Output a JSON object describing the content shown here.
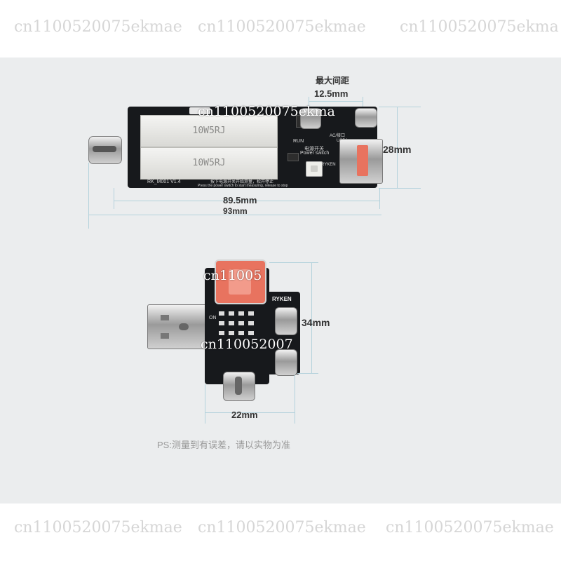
{
  "watermark": {
    "text_a": "cn1100520075ekmae",
    "text_b": "cn1100520075ekmae",
    "text_c": "cn1100520075ekma",
    "text_d": "cn1100520075ekmae",
    "text_e": "cn1100520075ekmae",
    "text_f": "cn1100520075ekmae",
    "overlay_1": "cn1100520075ekma",
    "overlay_2": "cn11005",
    "overlay_3": "cn110052007"
  },
  "board_top": {
    "gap_title": "最大间距",
    "gap_value": "12.5mm",
    "height_value": "28mm",
    "length_value": "89.5mm",
    "total_value": "93mm",
    "resistor_1": "10W5RJ",
    "resistor_2": "10W5RJ",
    "model_label": "RK_M001  V1.4",
    "instr_cn": "按下电源开关开始测量，松开停止",
    "instr_en": "Press the power switch to start measuring, release to stop",
    "switch_cn": "电源开关",
    "switch_en": "Power switch",
    "ac_label": "AC/接口",
    "usba_label": "USBA",
    "brand_label": "RYKEN",
    "run_label": "RUN"
  },
  "board_bottom": {
    "height_value": "34mm",
    "width_value": "22mm",
    "brand_label": "RYKEN",
    "on_label": "ON"
  },
  "note": "PS:测量到有误差，请以实物为准",
  "colors": {
    "panel": "#ebedee",
    "pcb": "#17191c",
    "dimension": "#b4d2dc",
    "usb_orange": "#e8735f"
  }
}
